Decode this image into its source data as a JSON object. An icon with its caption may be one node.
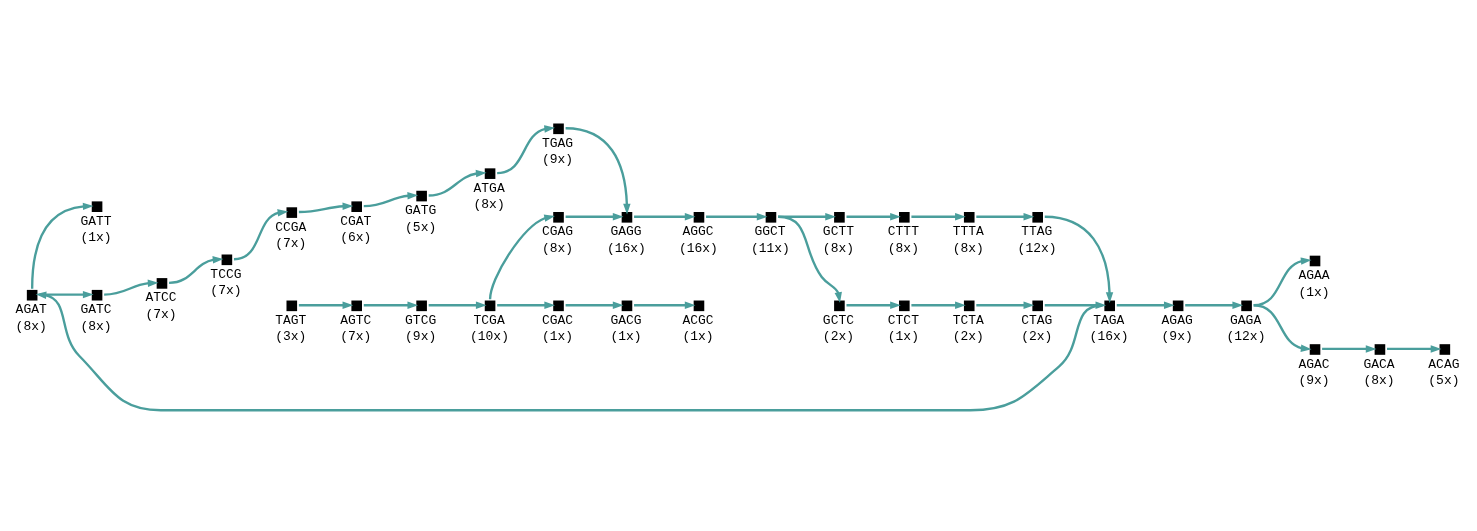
{
  "diagram": {
    "nodes": [
      {
        "text": [
          "GATT",
          "(1x)"
        ]
      },
      {
        "text": [
          "TGAG",
          "(9x)"
        ]
      },
      {
        "text": [
          "ATGA",
          "(8x)"
        ]
      },
      {
        "text": [
          "GATG",
          "(5x)"
        ]
      },
      {
        "text": [
          "CGAT",
          "(6x)"
        ]
      },
      {
        "text": [
          "CCGA",
          "(7x)"
        ]
      },
      {
        "text": [
          "TCCG",
          "(7x)"
        ]
      },
      {
        "text": [
          "ATCC",
          "(7x)"
        ]
      },
      {
        "text": [
          "GATC",
          "(8x)"
        ]
      },
      {
        "text": [
          "AGAT",
          "(8x)"
        ]
      },
      {
        "text": [
          "AGAA",
          "(1x)"
        ]
      },
      {
        "text": [
          "GCTC",
          "(2x)"
        ]
      },
      {
        "text": [
          "CTCT",
          "(1x)"
        ]
      },
      {
        "text": [
          "TCTA",
          "(2x)"
        ]
      },
      {
        "text": [
          "CTAG",
          "(2x)"
        ]
      },
      {
        "text": [
          "TAGT",
          "(3x)"
        ]
      },
      {
        "text": [
          "AGTC",
          "(7x)"
        ]
      },
      {
        "text": [
          "GTCG",
          "(9x)"
        ]
      },
      {
        "text": [
          "TCGA",
          "(10x)"
        ]
      },
      {
        "text": [
          "CGAG",
          "(8x)"
        ]
      },
      {
        "text": [
          "GAGG",
          "(16x)"
        ]
      },
      {
        "text": [
          "AGGC",
          "(16x)"
        ]
      },
      {
        "text": [
          "GGCT",
          "(11x)"
        ]
      },
      {
        "text": [
          "TAGA",
          "(16x)"
        ]
      },
      {
        "text": [
          "AGAG",
          "(9x)"
        ]
      },
      {
        "text": [
          "GAGA",
          "(12x)"
        ]
      },
      {
        "text": [
          "AGAC",
          "(9x)"
        ]
      },
      {
        "text": [
          "GACA",
          "(8x)"
        ]
      },
      {
        "text": [
          "ACAG",
          "(5x)"
        ]
      },
      {
        "text": [
          "GCTT",
          "(8x)"
        ]
      },
      {
        "text": [
          "CTTT",
          "(8x)"
        ]
      },
      {
        "text": [
          "TTTA",
          "(8x)"
        ]
      },
      {
        "text": [
          "TTAG",
          "(12x)"
        ]
      },
      {
        "text": [
          "CGAC",
          "(1x)"
        ]
      },
      {
        "text": [
          "GACG",
          "(1x)"
        ]
      },
      {
        "text": [
          "ACGC",
          "(1x)"
        ]
      }
    ],
    "edges": [
      {
        "from": 15,
        "to": 16,
        "arrow": "to"
      },
      {
        "from": 16,
        "to": 17,
        "arrow": "to"
      },
      {
        "from": 17,
        "to": 18,
        "arrow": "to"
      },
      {
        "from": 18,
        "to": 19,
        "arrow": "to"
      },
      {
        "from": 18,
        "to": 33,
        "arrow": "to"
      },
      {
        "from": 33,
        "to": 34,
        "arrow": "to"
      },
      {
        "from": 34,
        "to": 35,
        "arrow": "to"
      },
      {
        "from": 19,
        "to": 20,
        "arrow": "to"
      },
      {
        "from": 20,
        "to": 21,
        "arrow": "to"
      },
      {
        "from": 21,
        "to": 22,
        "arrow": "to"
      },
      {
        "from": 22,
        "to": 11,
        "arrow": "to"
      },
      {
        "from": 11,
        "to": 12,
        "arrow": "to"
      },
      {
        "from": 12,
        "to": 13,
        "arrow": "to"
      },
      {
        "from": 13,
        "to": 14,
        "arrow": "to"
      },
      {
        "from": 14,
        "to": 23,
        "arrow": "to"
      },
      {
        "from": 22,
        "to": 29,
        "arrow": "to"
      },
      {
        "from": 29,
        "to": 30,
        "arrow": "to"
      },
      {
        "from": 30,
        "to": 31,
        "arrow": "to"
      },
      {
        "from": 31,
        "to": 32,
        "arrow": "to"
      },
      {
        "from": 32,
        "to": 23,
        "arrow": "to"
      },
      {
        "from": 23,
        "to": 9,
        "arrow": "to"
      },
      {
        "from": 9,
        "to": 0,
        "arrow": "to"
      },
      {
        "from": 9,
        "to": 8,
        "arrow": "to"
      },
      {
        "from": 8,
        "to": 7,
        "arrow": "to"
      },
      {
        "from": 7,
        "to": 6,
        "arrow": "to"
      },
      {
        "from": 6,
        "to": 5,
        "arrow": "to"
      },
      {
        "from": 5,
        "to": 4,
        "arrow": "to"
      },
      {
        "from": 4,
        "to": 3,
        "arrow": "to"
      },
      {
        "from": 3,
        "to": 2,
        "arrow": "to"
      },
      {
        "from": 2,
        "to": 1,
        "arrow": "to"
      },
      {
        "from": 1,
        "to": 20,
        "arrow": "to"
      },
      {
        "from": 23,
        "to": 24,
        "arrow": "to"
      },
      {
        "from": 24,
        "to": 25,
        "arrow": "to"
      },
      {
        "from": 25,
        "to": 10,
        "arrow": "to"
      },
      {
        "from": 25,
        "to": 26,
        "arrow": "to"
      },
      {
        "from": 26,
        "to": 27,
        "arrow": "to"
      },
      {
        "from": 27,
        "to": 28,
        "arrow": "to"
      }
    ]
  }
}
